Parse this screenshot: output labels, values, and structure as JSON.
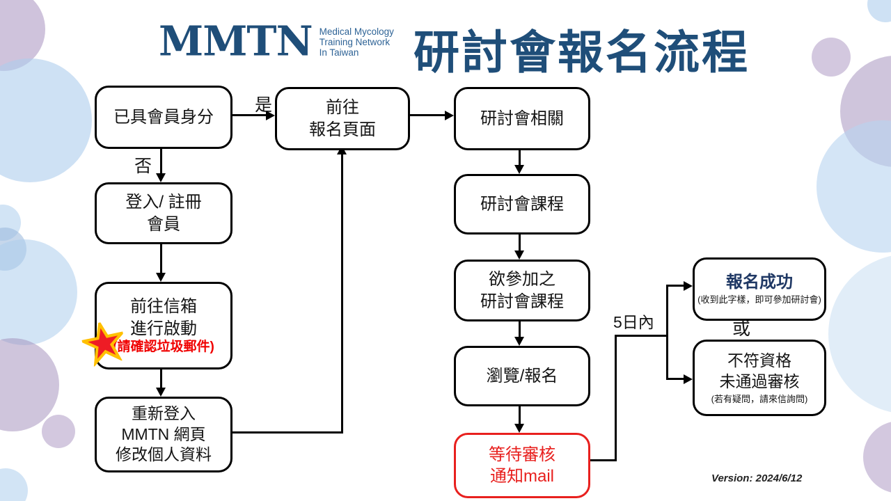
{
  "header": {
    "logo_text": "MMTN",
    "logo_subtitle_lines": [
      "Medical Mycology",
      "Training Network",
      "In Taiwan"
    ],
    "title": "研討會報名流程"
  },
  "colors": {
    "navy": "#1F4E79",
    "logo_subtitle_blue": "#2E6396",
    "red_box": "#E8201E",
    "red_note": "#F00000",
    "star_fill": "#EE1C25",
    "star_stroke": "#FFC000"
  },
  "nodes": {
    "member_status": {
      "lines": [
        "已具會員身分"
      ]
    },
    "login_register": {
      "lines": [
        "登入/ 註冊",
        "會員"
      ]
    },
    "mailbox_activate": {
      "lines": [
        "前往信箱",
        "進行啟動"
      ],
      "note": "(請確認垃圾郵件)"
    },
    "relogin": {
      "lines": [
        "重新登入",
        "MMTN 網頁",
        "修改個人資料"
      ]
    },
    "registration_page": {
      "lines": [
        "前往",
        "報名頁面"
      ]
    },
    "seminar_related": {
      "lines": [
        "研討會相關"
      ]
    },
    "seminar_course": {
      "lines": [
        "研討會課程"
      ]
    },
    "desired_course": {
      "lines": [
        "欲參加之",
        "研討會課程"
      ]
    },
    "browse_register": {
      "lines": [
        "瀏覽/報名"
      ]
    },
    "wait_review": {
      "lines": [
        "等待審核",
        "通知mail"
      ]
    },
    "success": {
      "title": "報名成功",
      "note": "(收到此字樣，即可參加研討會)"
    },
    "rejected": {
      "lines": [
        "不符資格",
        "未通過審核"
      ],
      "note": "(若有疑問，請來信詢問)"
    }
  },
  "labels": {
    "yes": "是",
    "no": "否",
    "within_5_days": "5日內",
    "or": "或",
    "version": "Version: 2024/6/12"
  }
}
